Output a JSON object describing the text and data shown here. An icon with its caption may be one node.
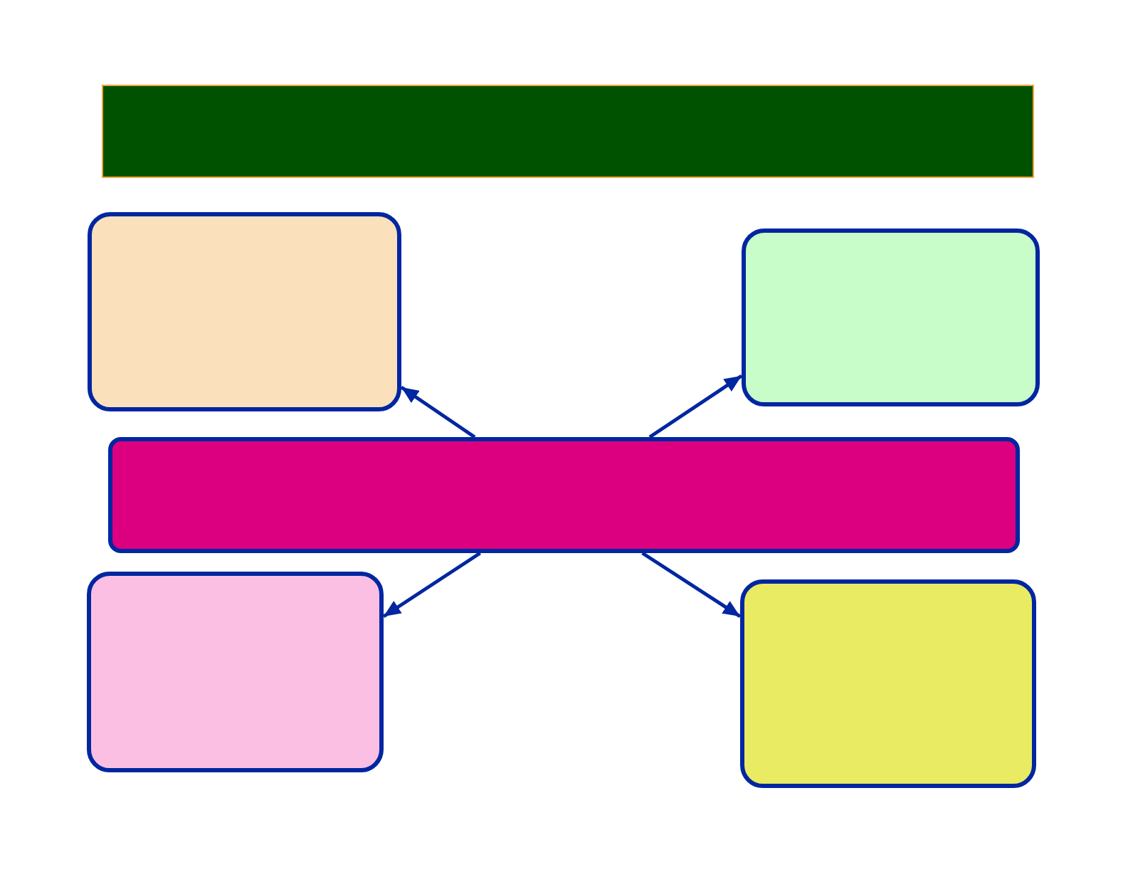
{
  "diagram": {
    "nodes": [
      {
        "text": [],
        "shape": "box"
      },
      {
        "text": [],
        "shape": "box"
      },
      {
        "text": [],
        "shape": "box"
      },
      {
        "text": [],
        "shape": "box"
      },
      {
        "text": [],
        "shape": "box"
      },
      {
        "text": [],
        "shape": "box"
      }
    ],
    "edges": [
      {
        "from": 3,
        "to": 1,
        "arrow": "to"
      },
      {
        "from": 3,
        "to": 2,
        "arrow": "to"
      },
      {
        "from": 3,
        "to": 4,
        "arrow": "to"
      },
      {
        "from": 3,
        "to": 5,
        "arrow": "to"
      }
    ]
  }
}
